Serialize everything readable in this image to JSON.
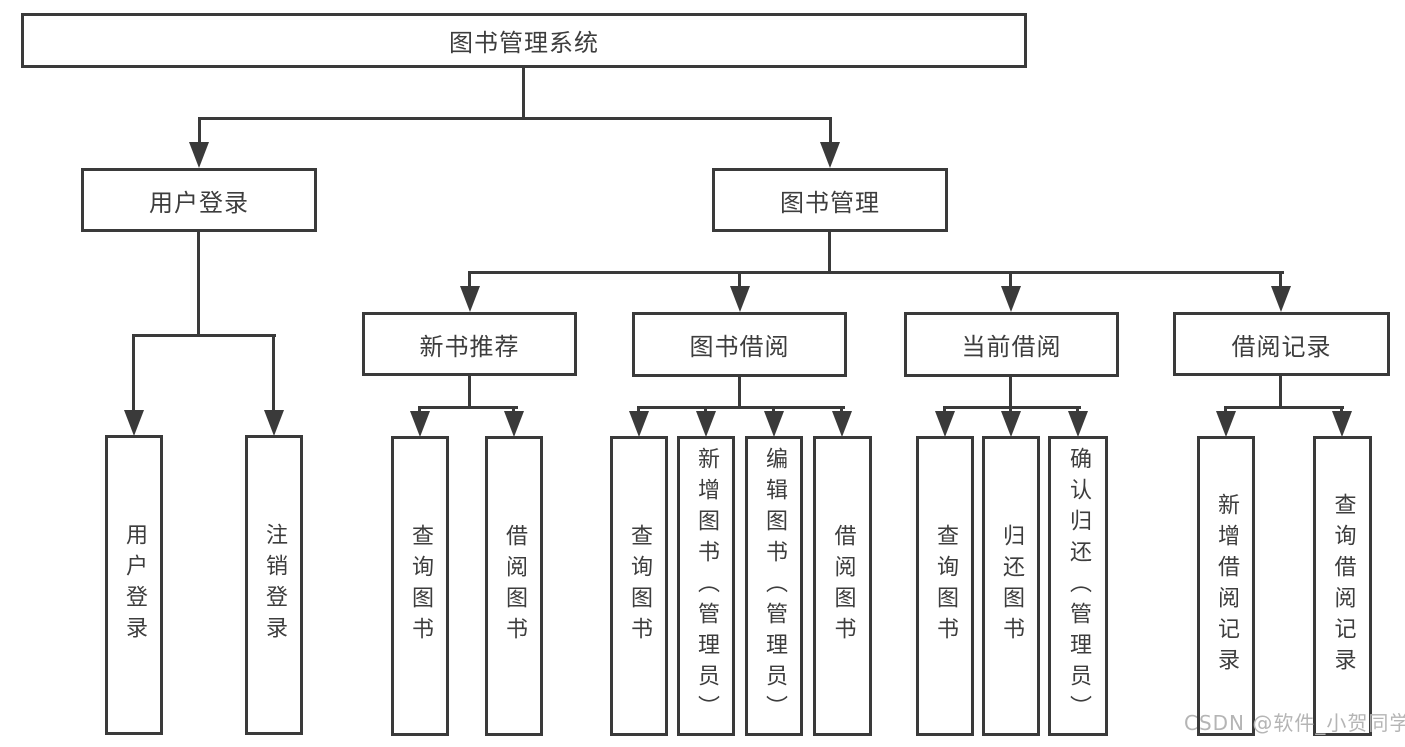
{
  "diagram": {
    "root": {
      "label": "图书管理系统"
    },
    "level2": {
      "user_login": {
        "label": "用户登录"
      },
      "book_management": {
        "label": "图书管理"
      }
    },
    "level3": {
      "new_book_recommend": {
        "label": "新书推荐"
      },
      "book_borrow": {
        "label": "图书借阅"
      },
      "current_borrow": {
        "label": "当前借阅"
      },
      "borrow_records": {
        "label": "借阅记录"
      }
    },
    "leaves": {
      "user_login": {
        "label": "用户登录"
      },
      "logout": {
        "label": "注销登录"
      },
      "recommend_query_books": {
        "label": "查询图书"
      },
      "recommend_borrow_books": {
        "label": "借阅图书"
      },
      "borrow_query_books": {
        "label": "查询图书"
      },
      "borrow_add_books_admin": {
        "label": "新增图书（管理员）"
      },
      "borrow_edit_books_admin": {
        "label": "编辑图书（管理员）"
      },
      "borrow_borrow_books": {
        "label": "借阅图书"
      },
      "current_query_books": {
        "label": "查询图书"
      },
      "current_return_books": {
        "label": "归还图书"
      },
      "current_confirm_return_admin": {
        "label": "确认归还（管理员）"
      },
      "records_add_record": {
        "label": "新增借阅记录"
      },
      "records_query_record": {
        "label": "查询借阅记录"
      }
    }
  },
  "watermark": {
    "text": "CSDN @软件_小贺同学"
  },
  "colors": {
    "line": "#3a3a3a",
    "text": "#3d3d3d",
    "watermark": "#b5b5b5",
    "bg": "#ffffff"
  }
}
